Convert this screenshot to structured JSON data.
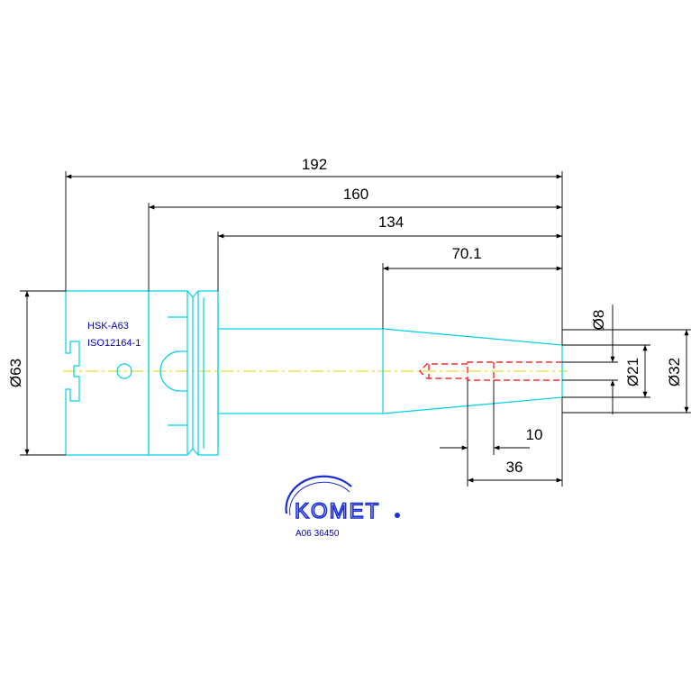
{
  "dimensions": {
    "length_192": "192",
    "length_160": "160",
    "length_134": "134",
    "length_70_1": "70.1",
    "dia_63": "Ø63",
    "dia_8": "Ø8",
    "dia_21": "Ø21",
    "dia_32": "Ø32",
    "length_10": "10",
    "length_36": "36"
  },
  "labels": {
    "interface": "HSK-A63",
    "standard": "ISO12164-1"
  },
  "logo": {
    "brand": "KOMET",
    "part_number": "A06 36450"
  },
  "colors": {
    "tool_outline": "#00d0e8",
    "dimension": "#000000",
    "hidden_bore": "#ff0000",
    "centerline": "#e6d200",
    "brand_blue": "#1a2fd6"
  }
}
